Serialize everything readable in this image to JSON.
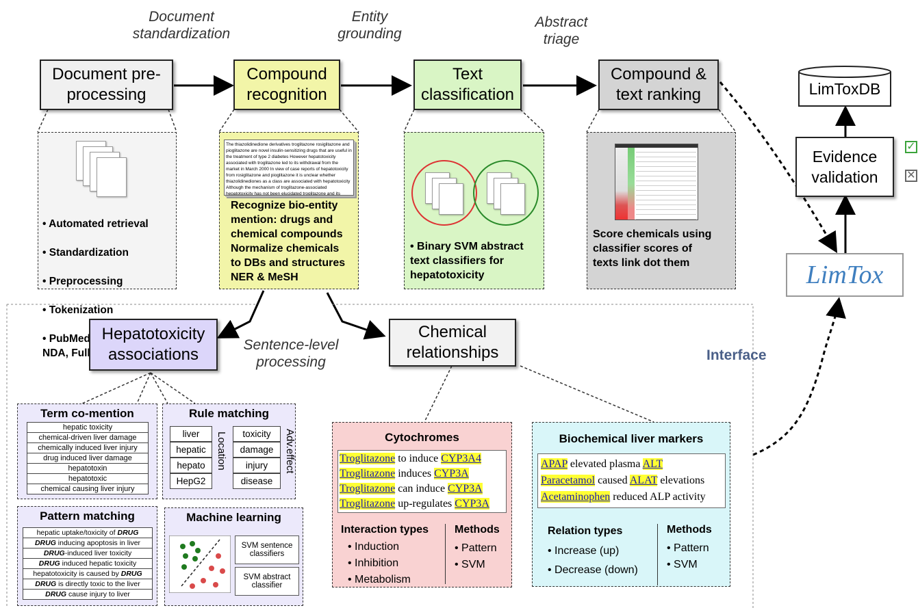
{
  "stages": {
    "doc_std": "Document\nstandardization",
    "entity": "Entity\ngrounding",
    "abstract": "Abstract\ntriage",
    "sentence": "Sentence-level\nprocessing"
  },
  "boxes": {
    "preprocessing": "Document pre-\nprocessing",
    "compound": "Compound\nrecognition",
    "text_class": "Text\nclassification",
    "ranking": "Compound &\ntext ranking",
    "limtoxdb": "LimToxDB",
    "evidence": "Evidence\nvalidation",
    "limtox": "LimTox",
    "hepato": "Hepatotoxicity\nassociations",
    "chemrel": "Chemical\nrelationships",
    "interface": "Interface"
  },
  "panels": {
    "preprocessing_bullets": [
      "Automated retrieval",
      "Standardization",
      "Preprocessing",
      "Tokenization",
      "PubMed, EPARs\nNDA, Full text"
    ],
    "compound_text": "Recognize bio-entity\nmention: drugs and\nchemical compounds\nNormalize chemicals\nto DBs and structures\nNER & MeSH",
    "compound_snippet": "The thiazolidinedione derivatives troglitazone rosiglitazone and pioglitazone are novel insulin-sensitizing drugs that are useful in the treatment of type 2 diabetes However hepatotoxicity associated with troglitazone led to its withdrawal from the market in March 2000 In view of case reports of hepatotoxicity from rosiglitazone and pioglitazone it is unclear whether thiazolidinediones as a class are associated with hepatotoxicity Although the mechanism of troglitazone-associated hepatotoxicity has not been elucidated troglitazone and its major metabolite troglitazone sulfate competitively inhibit adenosine triphosphate (ATP)-dependent taurocholate",
    "text_class_text": "Binary SVM abstract\ntext classifiers for\nhepatotoxicity",
    "ranking_text": "Score chemicals using\nclassifier scores of\ntexts link dot them"
  },
  "term_comention": {
    "title": "Term co-mention",
    "rows": [
      "hepatic toxicity",
      "chemical-driven liver damage",
      "chemically induced liver injury",
      "drug induced liver damage",
      "hepatotoxin",
      "hepatotoxic",
      "chemical causing liver injury"
    ]
  },
  "rule_matching": {
    "title": "Rule matching",
    "locations": [
      "liver",
      "hepatic",
      "hepato",
      "HepG2"
    ],
    "location_label": "Location",
    "effects": [
      "toxicity",
      "damage",
      "injury",
      "disease"
    ],
    "effect_label": "Adv.effect"
  },
  "pattern_matching": {
    "title": "Pattern matching",
    "rows": [
      {
        "pre": "hepatic uptake/toxicity of ",
        "drug": "DRUG",
        "post": ""
      },
      {
        "pre": "",
        "drug": "DRUG",
        "post": " inducing apoptosis in liver"
      },
      {
        "pre": "",
        "drug": "DRUG",
        "post": "-induced liver toxicity"
      },
      {
        "pre": "",
        "drug": "DRUG",
        "post": " induced hepatic toxicity"
      },
      {
        "pre": "hepatotoxicity is caused by ",
        "drug": "DRUG",
        "post": ""
      },
      {
        "pre": "",
        "drug": "DRUG",
        "post": " is directly toxic to the liver"
      },
      {
        "pre": "",
        "drug": "DRUG",
        "post": " cause injury to liver"
      }
    ]
  },
  "machine_learning": {
    "title": "Machine learning",
    "svm_sentence": "SVM sentence\nclassifiers",
    "svm_abstract": "SVM abstract\nclassifier"
  },
  "cytochromes": {
    "title": "Cytochromes",
    "sentences": [
      {
        "a": "Troglitazone",
        "mid": " to induce ",
        "b": "CYP3A4"
      },
      {
        "a": "Troglitazone",
        "mid": " induces ",
        "b": "CYP3A"
      },
      {
        "a": "Troglitazone",
        "mid": " can induce ",
        "b": "CYP3A"
      },
      {
        "a": "Troglitazone",
        "mid": " up-regulates ",
        "b": "CYP3A"
      }
    ],
    "types_title": "Interaction types",
    "types": [
      "Induction",
      "Inhibition",
      "Metabolism"
    ],
    "methods_title": "Methods",
    "methods": [
      "Pattern",
      "SVM"
    ]
  },
  "biomarkers": {
    "title": "Biochemical liver markers",
    "sentences": [
      {
        "a": "APAP",
        "mid": " elevated plasma ",
        "b": "ALT",
        "post": ""
      },
      {
        "a": "Paracetamol",
        "mid": " caused ",
        "b": "ALAT",
        "post": " elevations"
      },
      {
        "a": "Acetaminophen",
        "mid": " reduced ALP activity",
        "b": "",
        "post": ""
      }
    ],
    "types_title": "Relation types",
    "types": [
      "Increase (up)",
      "Decrease (down)"
    ],
    "methods_title": "Methods",
    "methods": [
      "Pattern",
      "SVM"
    ]
  },
  "colors": {
    "compound": "#f2f5a8",
    "text_class": "#d9f5c5",
    "ranking": "#d4d4d4",
    "preprocessing": "#f0f0f0",
    "hepato": "#dcd6fa",
    "cytochromes": "#f9d2d2",
    "biomarkers": "#d9f6f9",
    "limtox_blue": "#3f7fbf"
  }
}
